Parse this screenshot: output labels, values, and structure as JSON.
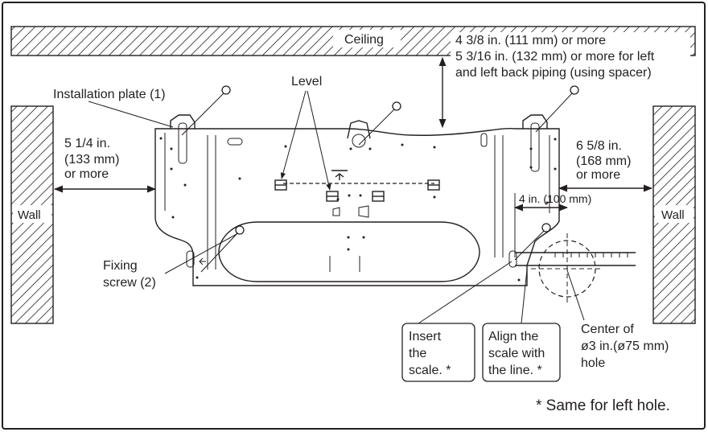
{
  "labels": {
    "ceiling": "Ceiling",
    "top_clearance_1": "4 3/8 in. (111 mm) or more",
    "top_clearance_2": "5 3/16 in. (132 mm) or more for left",
    "top_clearance_3": "and left back piping (using spacer)",
    "level": "Level",
    "installation_plate": "Installation plate (1)",
    "left_clearance_1": "5 1/4 in.",
    "left_clearance_2": "(133 mm)",
    "left_clearance_3": "or more",
    "right_clearance_1": "6 5/8 in.",
    "right_clearance_2": "(168 mm)",
    "right_clearance_3": "or more",
    "hole_offset": "4 in. (100 mm)",
    "wall_left": "Wall",
    "wall_right": "Wall",
    "fixing_screw_1": "Fixing",
    "fixing_screw_2": "screw (2)",
    "insert_1": "Insert",
    "insert_2": "the",
    "insert_3": "scale. *",
    "align_1": "Align the",
    "align_2": "scale with",
    "align_3": "the line. *",
    "center_1": "Center of",
    "center_2": "ø3 in.(ø75 mm)",
    "center_3": "hole",
    "footnote": "* Same for left hole."
  }
}
